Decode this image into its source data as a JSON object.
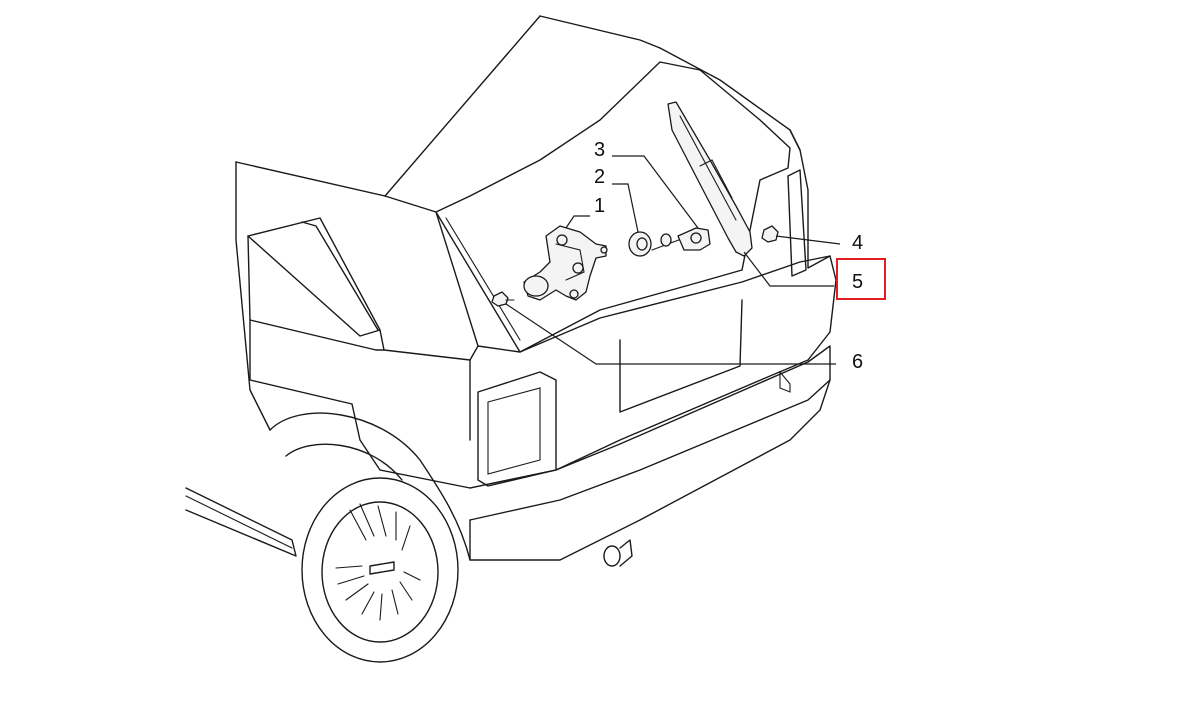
{
  "callouts": {
    "part_1": "1",
    "part_2": "2",
    "part_3": "3",
    "part_4": "4",
    "part_5": "5",
    "part_6": "6"
  },
  "highlight": {
    "part": "5",
    "color": "#e02020"
  },
  "parts_shown": [
    {
      "ref": "1",
      "depicts": "wiper-motor"
    },
    {
      "ref": "2",
      "depicts": "grommet"
    },
    {
      "ref": "3",
      "depicts": "spindle-seal"
    },
    {
      "ref": "4",
      "depicts": "nut"
    },
    {
      "ref": "5",
      "depicts": "wiper-arm"
    },
    {
      "ref": "6",
      "depicts": "bolt"
    }
  ]
}
